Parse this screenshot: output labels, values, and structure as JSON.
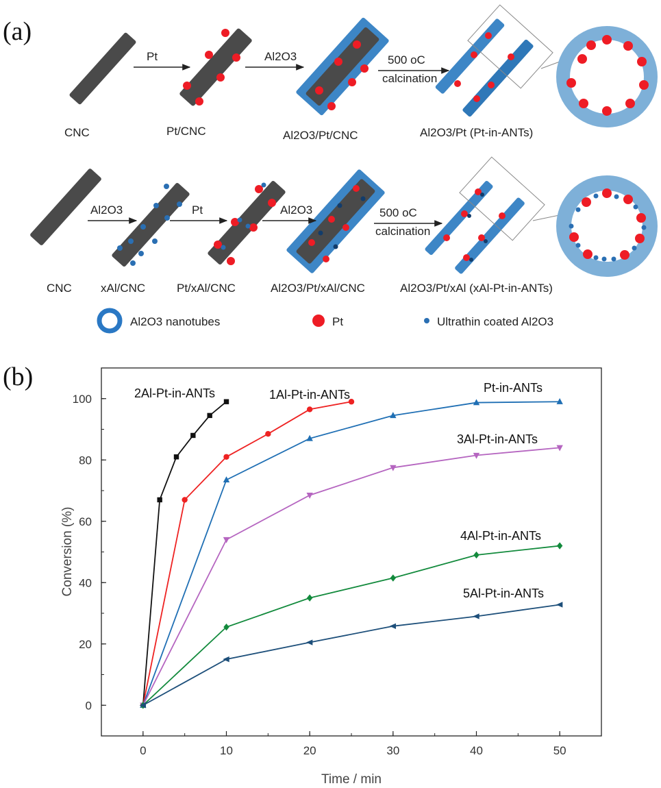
{
  "panel_a": {
    "letter": "(a)",
    "row1": {
      "labels": [
        "CNC",
        "Pt/CNC",
        "Al2O3/Pt/CNC",
        "Al2O3/Pt (Pt-in-ANTs)"
      ],
      "arrows": [
        "Pt",
        "Al2O3",
        "500 oC",
        "calcination"
      ]
    },
    "row2": {
      "labels": [
        "CNC",
        "xAl/CNC",
        "Pt/xAl/CNC",
        "Al2O3/Pt/xAl/CNC",
        "Al2O3/Pt/xAl (xAl-Pt-in-ANTs)"
      ],
      "arrows": [
        "Al2O3",
        "Pt",
        "Al2O3",
        "500 oC",
        "calcination"
      ]
    },
    "legend": [
      "Al2O3 nanotubes",
      "Pt",
      "Ultrathin coated Al2O3"
    ],
    "colors": {
      "cnc": "#4a4a4a",
      "alumina": "#3d86c6",
      "pt": "#ee1c25",
      "coated": "#2a6fb3"
    }
  },
  "panel_b": {
    "letter": "(b)"
  },
  "chart_data": {
    "type": "line",
    "xlabel": "Time / min",
    "ylabel": "Conversion (%)",
    "xlim": [
      -5,
      55
    ],
    "ylim": [
      -10,
      110
    ],
    "xticks": [
      "0",
      "10",
      "20",
      "30",
      "40",
      "50"
    ],
    "yticks": [
      "0",
      "20",
      "40",
      "60",
      "80",
      "100"
    ],
    "series": [
      {
        "name": "2Al-Pt-in-ANTs",
        "color": "#111111",
        "marker": "square",
        "x": [
          0,
          2,
          4,
          6,
          8,
          10
        ],
        "y": [
          0,
          67,
          81,
          88,
          94.5,
          99
        ]
      },
      {
        "name": "1Al-Pt-in-ANTs",
        "color": "#ee2222",
        "marker": "circle",
        "x": [
          0,
          5,
          10,
          15,
          20,
          25
        ],
        "y": [
          0,
          67,
          81,
          88.5,
          96.5,
          99
        ]
      },
      {
        "name": "Pt-in-ANTs",
        "color": "#1f6fb4",
        "marker": "triangle-up",
        "x": [
          0,
          10,
          20,
          30,
          40,
          50
        ],
        "y": [
          0,
          73.5,
          87,
          94.5,
          98.7,
          99
        ]
      },
      {
        "name": "3Al-Pt-in-ANTs",
        "color": "#b565c0",
        "marker": "triangle-down",
        "x": [
          0,
          10,
          20,
          30,
          40,
          50
        ],
        "y": [
          0,
          54,
          68.5,
          77.5,
          81.5,
          84
        ]
      },
      {
        "name": "4Al-Pt-in-ANTs",
        "color": "#128a3c",
        "marker": "diamond",
        "x": [
          0,
          10,
          20,
          30,
          40,
          50
        ],
        "y": [
          0,
          25.5,
          35,
          41.5,
          49,
          52
        ]
      },
      {
        "name": "5Al-Pt-in-ANTs",
        "color": "#1d4f7a",
        "marker": "triangle-left",
        "x": [
          0,
          10,
          20,
          30,
          40,
          50
        ],
        "y": [
          0,
          15,
          20.5,
          25.8,
          29,
          32.8
        ]
      }
    ]
  }
}
